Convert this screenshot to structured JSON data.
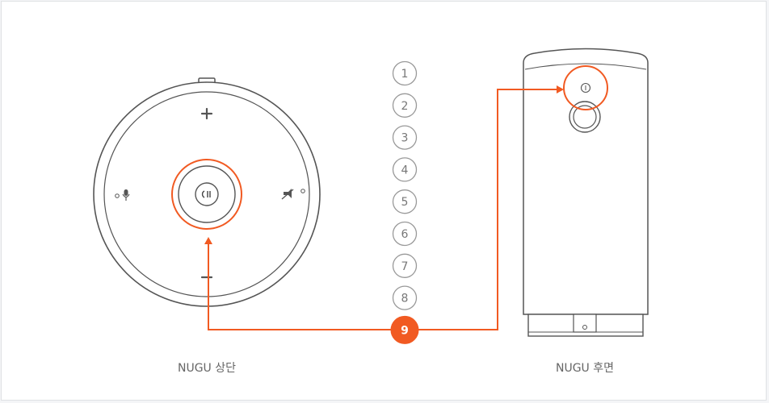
{
  "captions": {
    "top_view": "NUGU 상단",
    "rear_view": "NUGU 후면"
  },
  "steps": [
    {
      "label": "1",
      "active": false
    },
    {
      "label": "2",
      "active": false
    },
    {
      "label": "3",
      "active": false
    },
    {
      "label": "4",
      "active": false
    },
    {
      "label": "5",
      "active": false
    },
    {
      "label": "6",
      "active": false
    },
    {
      "label": "7",
      "active": false
    },
    {
      "label": "8",
      "active": false
    },
    {
      "label": "9",
      "active": true
    }
  ],
  "top_view_icons": {
    "volume_up": "plus-icon",
    "volume_down": "minus-icon",
    "mic": "microphone-icon",
    "mute": "mute-icon",
    "center": "nugu-button-icon"
  },
  "colors": {
    "highlight": "#f15a22",
    "device_stroke": "#555555",
    "step_stroke": "#999999"
  }
}
